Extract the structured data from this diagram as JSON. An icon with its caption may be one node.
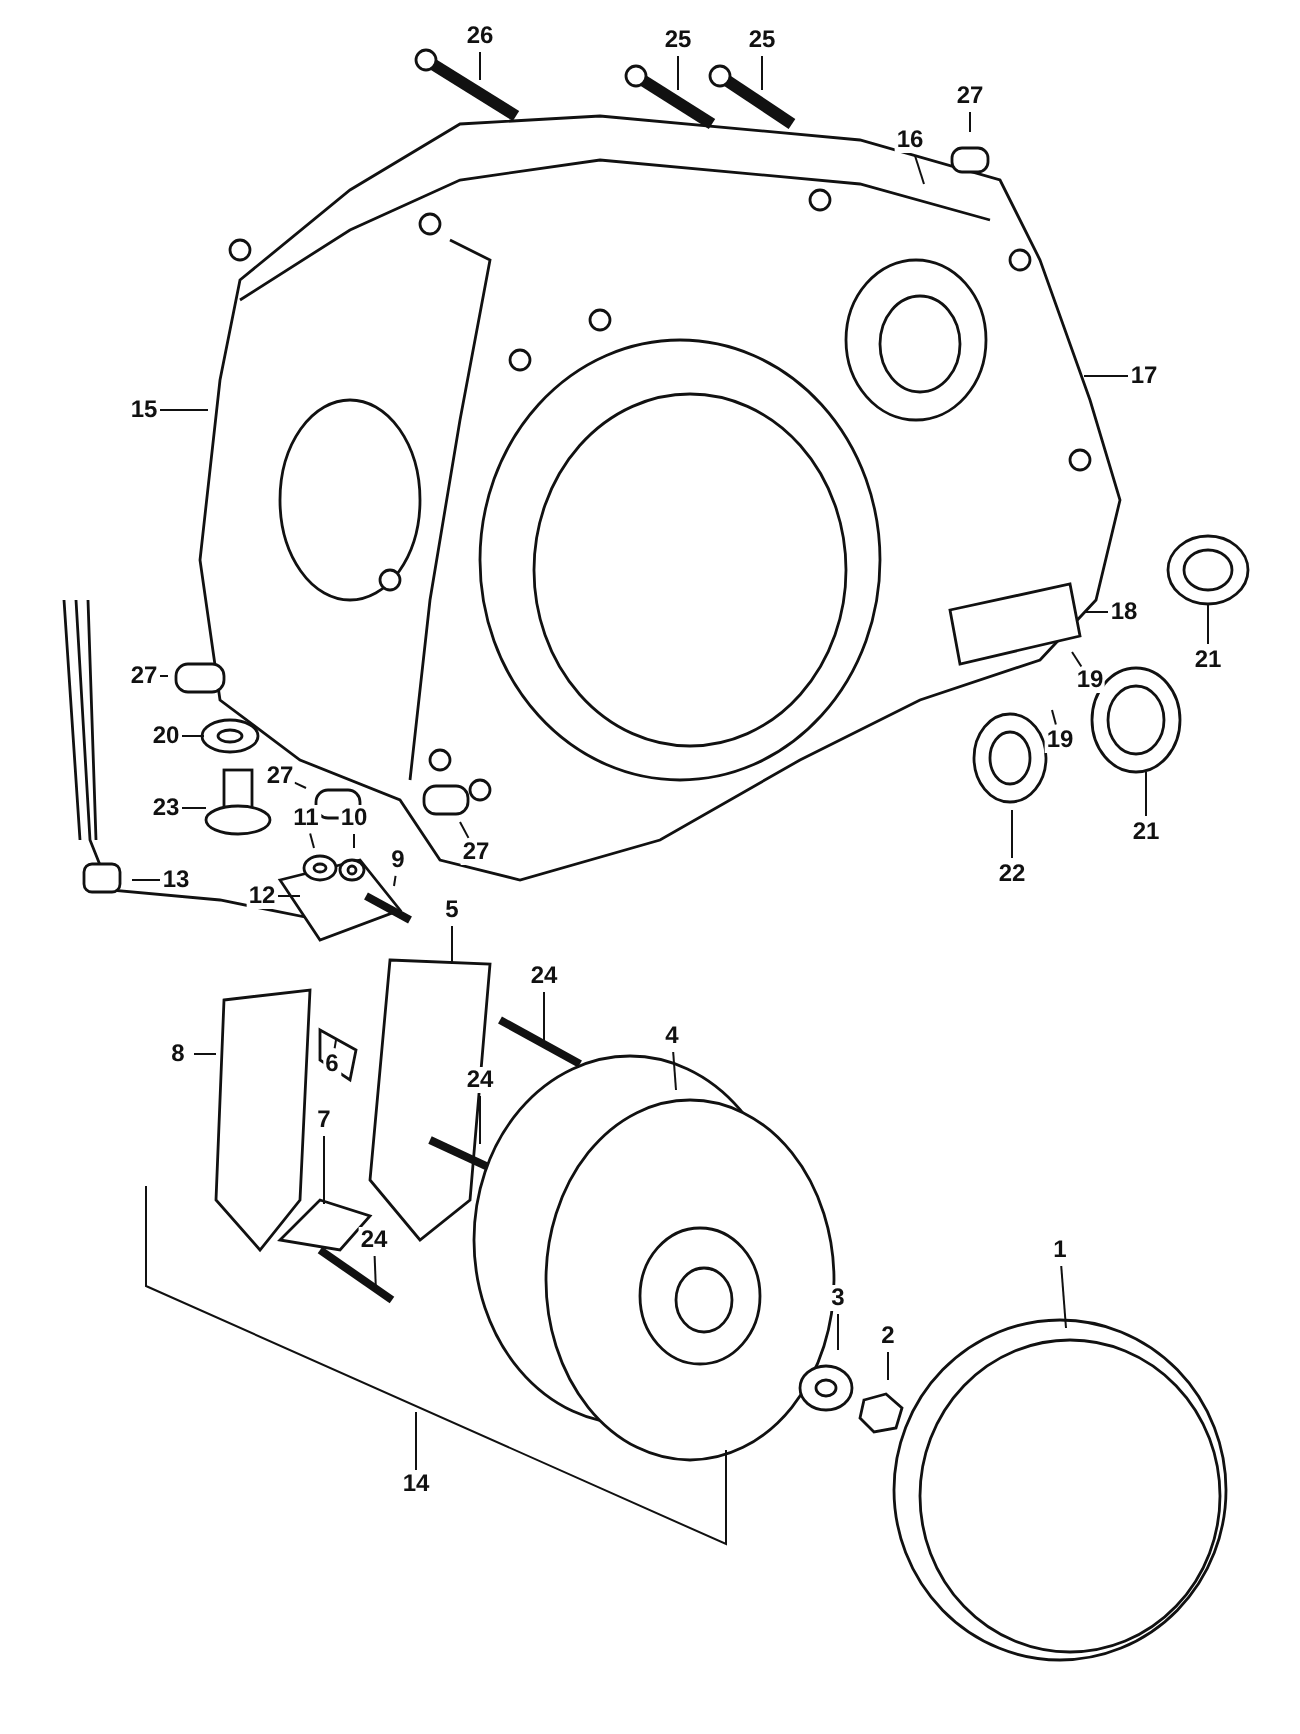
{
  "diagram": {
    "nodes": [
      {
        "text": [
          "26"
        ]
      },
      {
        "text": [
          "25"
        ]
      },
      {
        "text": [
          "25"
        ]
      },
      {
        "text": [
          "27"
        ]
      },
      {
        "text": [
          "16"
        ]
      },
      {
        "text": [
          "15"
        ]
      },
      {
        "text": [
          "17"
        ]
      },
      {
        "text": [
          "18"
        ]
      },
      {
        "text": [
          "21"
        ]
      },
      {
        "text": [
          "19"
        ]
      },
      {
        "text": [
          "19"
        ]
      },
      {
        "text": [
          "21"
        ]
      },
      {
        "text": [
          "22"
        ]
      },
      {
        "text": [
          "27"
        ]
      },
      {
        "text": [
          "20"
        ]
      },
      {
        "text": [
          "23"
        ]
      },
      {
        "text": [
          "27"
        ]
      },
      {
        "text": [
          "27"
        ]
      },
      {
        "text": [
          "11"
        ]
      },
      {
        "text": [
          "10"
        ]
      },
      {
        "text": [
          "9"
        ]
      },
      {
        "text": [
          "12"
        ]
      },
      {
        "text": [
          "13"
        ]
      },
      {
        "text": [
          "5"
        ]
      },
      {
        "text": [
          "24"
        ]
      },
      {
        "text": [
          "8"
        ]
      },
      {
        "text": [
          "6"
        ]
      },
      {
        "text": [
          "24"
        ]
      },
      {
        "text": [
          "7"
        ]
      },
      {
        "text": [
          "4"
        ]
      },
      {
        "text": [
          "24"
        ]
      },
      {
        "text": [
          "3"
        ]
      },
      {
        "text": [
          "2"
        ]
      },
      {
        "text": [
          "1"
        ]
      },
      {
        "text": [
          "14"
        ]
      }
    ],
    "edges": [
      {
        "from": 0,
        "to": null,
        "arrow": "none"
      },
      {
        "from": 1,
        "to": null,
        "arrow": "none"
      },
      {
        "from": 2,
        "to": null,
        "arrow": "none"
      },
      {
        "from": 3,
        "to": null,
        "arrow": "none"
      },
      {
        "from": 4,
        "to": null,
        "arrow": "none"
      },
      {
        "from": 5,
        "to": null,
        "arrow": "none"
      },
      {
        "from": 6,
        "to": null,
        "arrow": "none"
      },
      {
        "from": 7,
        "to": null,
        "arrow": "none"
      },
      {
        "from": 8,
        "to": null,
        "arrow": "none"
      },
      {
        "from": 9,
        "to": null,
        "arrow": "none"
      },
      {
        "from": 10,
        "to": null,
        "arrow": "none"
      },
      {
        "from": 11,
        "to": null,
        "arrow": "none"
      },
      {
        "from": 12,
        "to": null,
        "arrow": "none"
      },
      {
        "from": 13,
        "to": null,
        "arrow": "none"
      },
      {
        "from": 14,
        "to": null,
        "arrow": "none"
      },
      {
        "from": 15,
        "to": null,
        "arrow": "none"
      },
      {
        "from": 16,
        "to": null,
        "arrow": "none"
      },
      {
        "from": 17,
        "to": null,
        "arrow": "none"
      },
      {
        "from": 18,
        "to": null,
        "arrow": "none"
      },
      {
        "from": 19,
        "to": null,
        "arrow": "none"
      },
      {
        "from": 20,
        "to": null,
        "arrow": "none"
      },
      {
        "from": 21,
        "to": null,
        "arrow": "none"
      },
      {
        "from": 22,
        "to": null,
        "arrow": "none"
      },
      {
        "from": 23,
        "to": null,
        "arrow": "none"
      },
      {
        "from": 24,
        "to": null,
        "arrow": "none"
      },
      {
        "from": 25,
        "to": null,
        "arrow": "none"
      },
      {
        "from": 26,
        "to": null,
        "arrow": "none"
      },
      {
        "from": 27,
        "to": null,
        "arrow": "none"
      },
      {
        "from": 28,
        "to": null,
        "arrow": "none"
      },
      {
        "from": 29,
        "to": null,
        "arrow": "none"
      },
      {
        "from": 30,
        "to": null,
        "arrow": "none"
      },
      {
        "from": 31,
        "to": null,
        "arrow": "none"
      },
      {
        "from": 32,
        "to": null,
        "arrow": "none"
      },
      {
        "from": 33,
        "to": null,
        "arrow": "none"
      }
    ]
  }
}
